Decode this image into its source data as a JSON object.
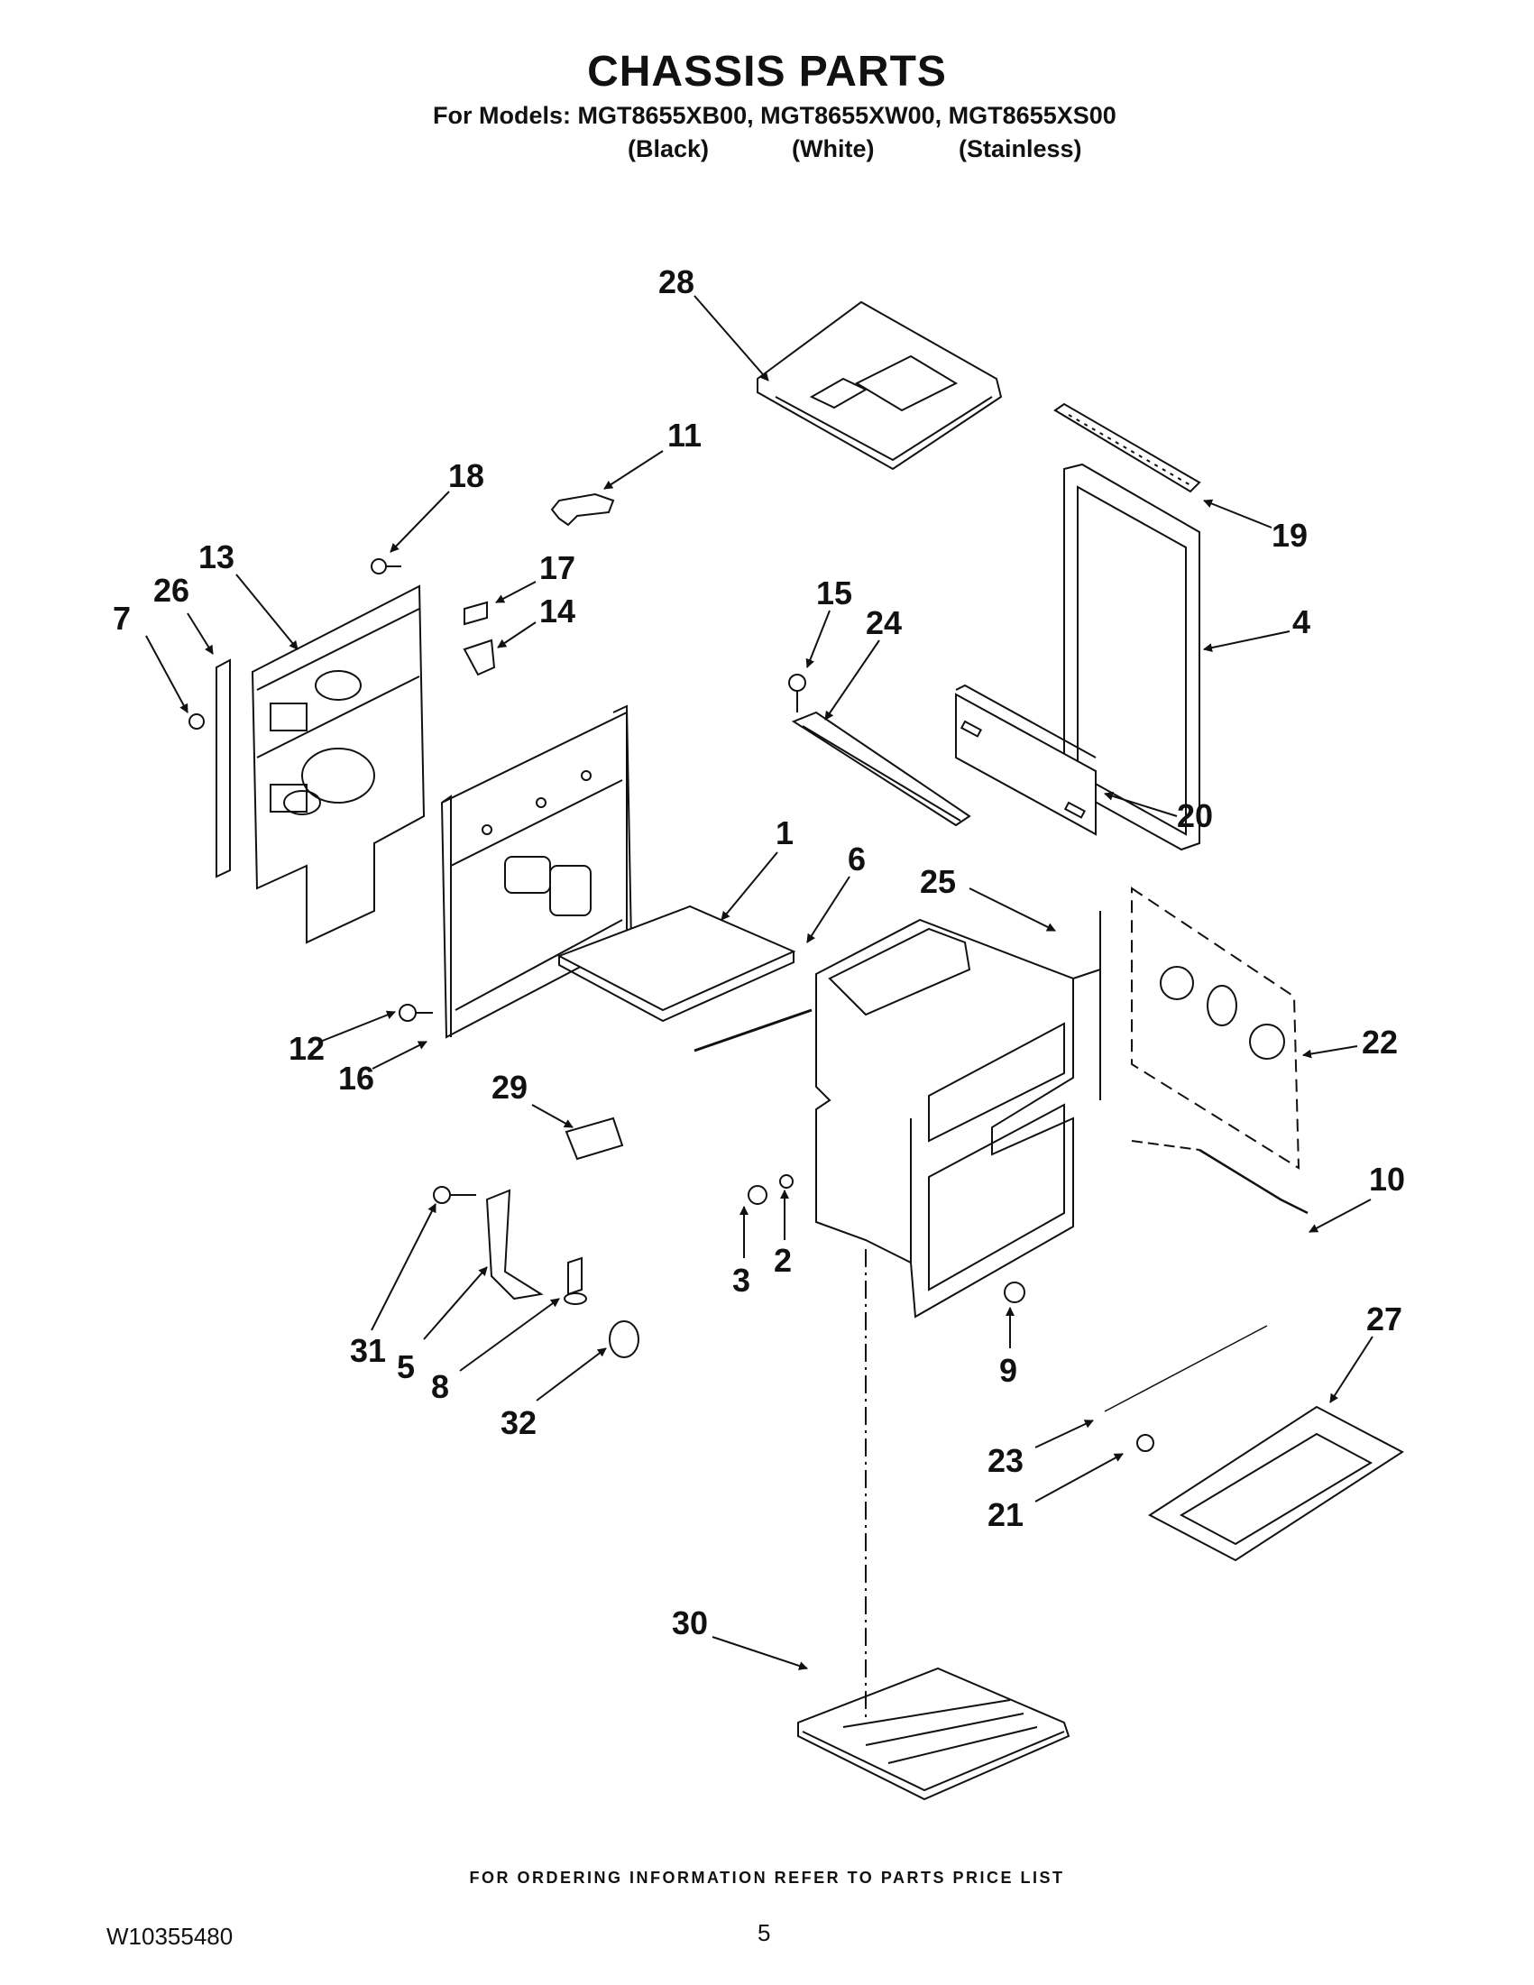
{
  "header": {
    "title": "CHASSIS PARTS",
    "models_line": "For Models: MGT8655XB00, MGT8655XW00, MGT8655XS00",
    "colors": [
      "(Black)",
      "(White)",
      "(Stainless)"
    ]
  },
  "callouts": [
    "28",
    "11",
    "18",
    "13",
    "26",
    "7",
    "17",
    "14",
    "15",
    "24",
    "19",
    "4",
    "20",
    "1",
    "6",
    "25",
    "22",
    "12",
    "16",
    "29",
    "3",
    "2",
    "10",
    "31",
    "5",
    "8",
    "32",
    "9",
    "27",
    "23",
    "21",
    "30"
  ],
  "footer": {
    "ordering_note": "FOR ORDERING INFORMATION REFER TO PARTS PRICE LIST",
    "doc_number": "W10355480",
    "page_number": "5"
  }
}
